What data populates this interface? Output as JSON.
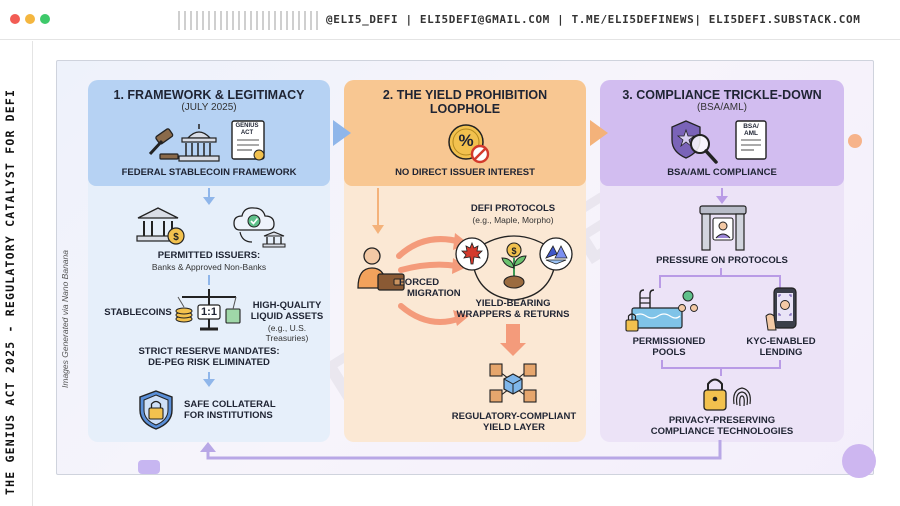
{
  "header": {
    "contacts": "@ELI5_DEFI | ELI5DEFI@GMAIL.COM | T.ME/ELI5DEFINEWS| ELI5DEFI.SUBSTACK.COM"
  },
  "sidebar": {
    "title": "THE GENIUS ACT 2025 - REGULATORY CATALYST FOR DEFI"
  },
  "credit": "Images Generated via Nano Banana",
  "watermark": "ELI5DEFI",
  "col1": {
    "title": "1. FRAMEWORK & LEGITIMACY",
    "subtitle": "(JULY 2025)",
    "doc_label": "GENIUS ACT",
    "framework": "FEDERAL STABLECOIN FRAMEWORK",
    "issuers_title": "PERMITTED ISSUERS:",
    "issuers_sub": "Banks & Approved Non-Banks",
    "stablecoins": "STABLECOINS",
    "ratio": "1:1",
    "hqla_title": "HIGH-QUALITY LIQUID ASSETS",
    "hqla_sub": "(e.g., U.S. Treasuries)",
    "reserve_line1": "STRICT RESERVE MANDATES:",
    "reserve_line2": "DE-PEG RISK ELIMINATED",
    "collateral_line1": "SAFE COLLATERAL",
    "collateral_line2": "FOR INSTITUTIONS"
  },
  "col2": {
    "title_line1": "2. THE YIELD PROHIBITION",
    "title_line2": "LOOPHOLE",
    "percent_symbol": "%",
    "no_interest": "NO DIRECT ISSUER INTEREST",
    "defi_title": "DEFI PROTOCOLS",
    "defi_sub": "(e.g., Maple, Morpho)",
    "forced_line1": "FORCED",
    "forced_line2": "MIGRATION",
    "wrappers_line1": "YIELD-BEARING",
    "wrappers_line2": "WRAPPERS & RETURNS",
    "layer_line1": "REGULATORY-COMPLIANT",
    "layer_line2": "YIELD LAYER"
  },
  "col3": {
    "title": "3. COMPLIANCE TRICKLE-DOWN",
    "subtitle": "(BSA/AML)",
    "doc_label": "BSA/ AML",
    "compliance": "BSA/AML COMPLIANCE",
    "pressure": "PRESSURE ON PROTOCOLS",
    "pools_line1": "PERMISSIONED",
    "pools_line2": "POOLS",
    "kyc_line1": "KYC-ENABLED",
    "kyc_line2": "LENDING",
    "privacy_line1": "PRIVACY-PRESERVING",
    "privacy_line2": "COMPLIANCE TECHNOLOGIES"
  },
  "colors": {
    "blue": "#b6d2f3",
    "orange": "#f8c792",
    "purple": "#d2bdf0"
  }
}
